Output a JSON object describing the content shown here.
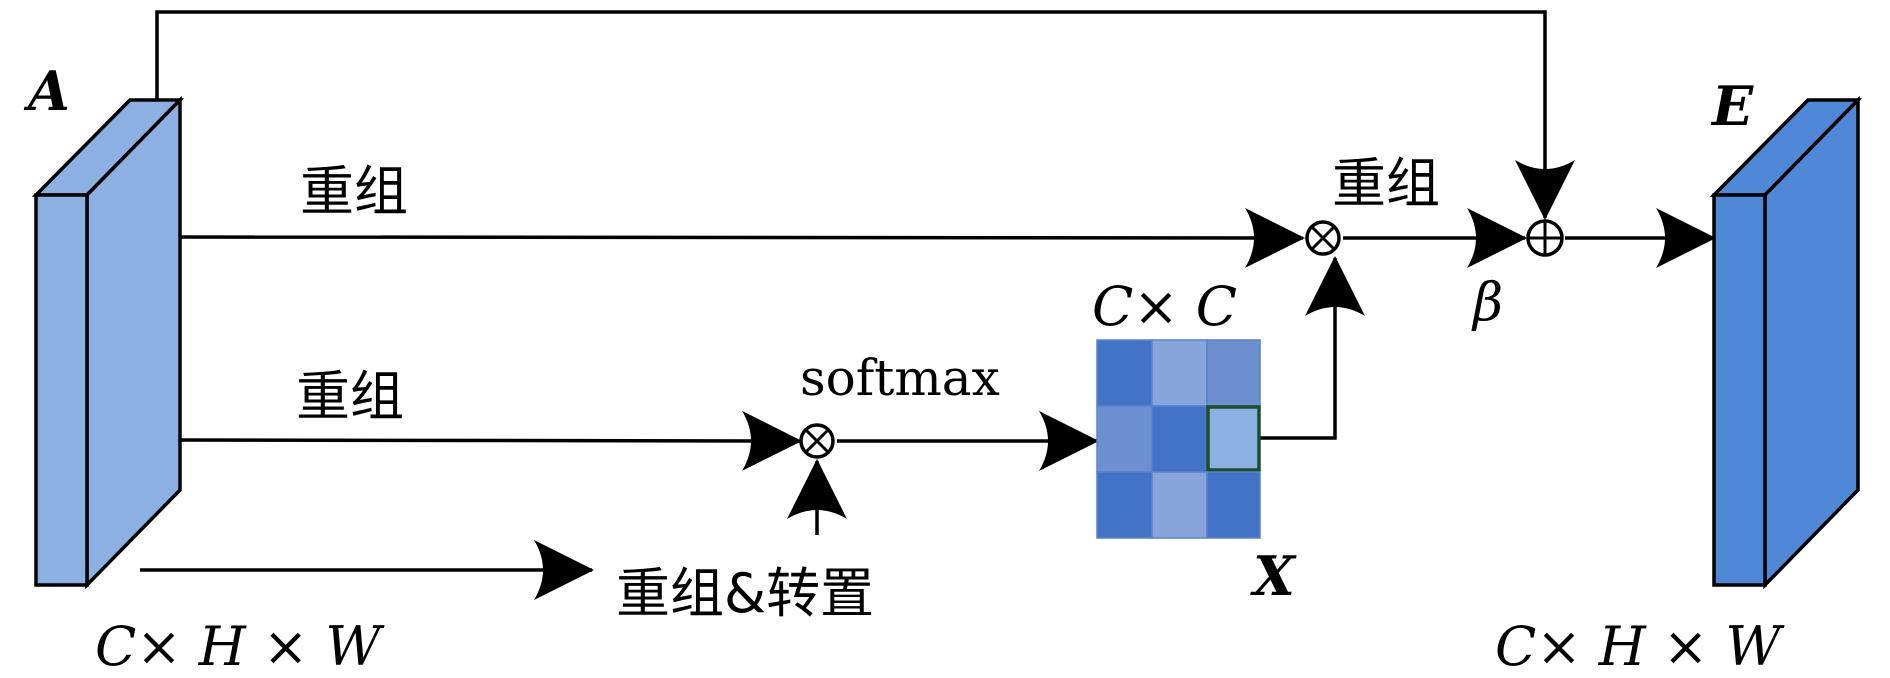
{
  "labels": {
    "feature_a": "A",
    "feature_e": "E",
    "matrix_x": "X",
    "reshape_top": "重组",
    "reshape_mid": "重组",
    "reshape_right": "重组",
    "reshape_transpose": "重组&转置",
    "softmax": "softmax",
    "matrix_dims": "C× C",
    "beta": "β",
    "dims_left": "C× H × W",
    "dims_right": "C× H × W"
  },
  "operators": {
    "multiply_symbol": "⊗",
    "add_symbol": "⊕"
  },
  "colors": {
    "block_a_front": "#8db0e3",
    "block_a_side": "#8db0e3",
    "block_e": "#4f88d6",
    "matrix_dark": "#4373c7",
    "matrix_mid": "#6c8fd0",
    "matrix_light": "#87a5db",
    "matrix_highlight_border": "#1b4d2a"
  },
  "matrix_cells": [
    [
      "dark",
      "light",
      "mid"
    ],
    [
      "mid",
      "dark",
      "highlight"
    ],
    [
      "dark",
      "light",
      "dark"
    ]
  ]
}
